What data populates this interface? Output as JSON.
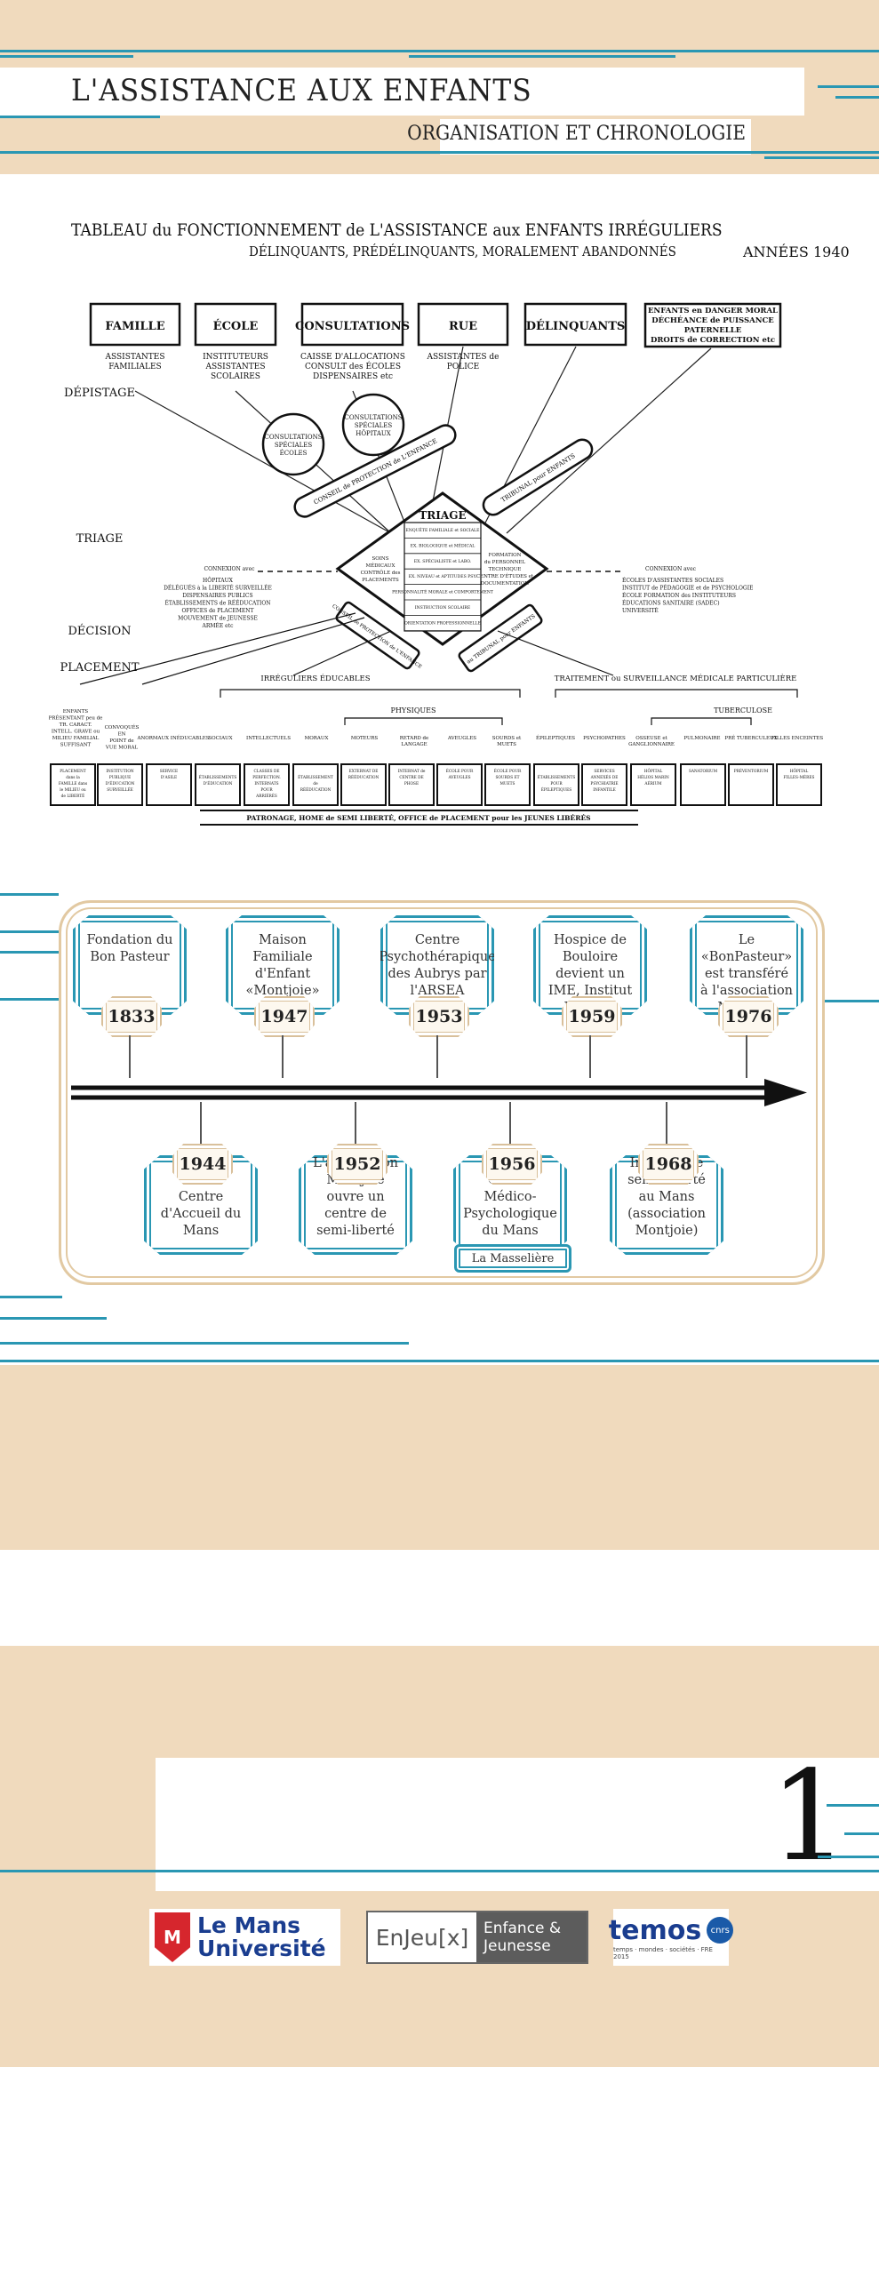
{
  "header": {
    "title": "L'ASSISTANCE AUX ENFANTS",
    "subtitle": "ORGANISATION ET CHRONOLOGIE"
  },
  "chart": {
    "title_line1": "TABLEAU du FONCTIONNEMENT de L'ASSISTANCE aux ENFANTS IRRÉGULIERS",
    "title_line2": "DÉLINQUANTS, PRÉDÉLINQUANTS, MORALEMENT ABANDONNÉS",
    "years": "ANNÉES 1940",
    "sources": [
      "FAMILLE",
      "ÉCOLE",
      "CONSULTATIONS",
      "RUE",
      "DÉLINQUANTS"
    ],
    "source_last": [
      "ENFANTS en DANGER MORAL",
      "DÉCHÉANCE de PUISSANCE",
      "PATERNELLE",
      "DROITS de CORRECTION etc"
    ],
    "source_agents": [
      [
        "ASSISTANTES",
        "FAMILIALES"
      ],
      [
        "INSTITUTEURS",
        "ASSISTANTES",
        "SCOLAIRES"
      ],
      [
        "CAISSE D'ALLOCATIONS",
        "CONSULT des ÉCOLES",
        "DISPENSAIRES etc"
      ],
      [
        "ASSISTANTES de",
        "POLICE"
      ]
    ],
    "stages": [
      "DÉPISTAGE",
      "TRIAGE",
      "DÉCISION",
      "PLACEMENT"
    ],
    "circle1": [
      "CONSULTATIONS",
      "SPÉCIALES",
      "ÉCOLES"
    ],
    "circle2": [
      "CONSULTATIONS",
      "SPÉCIALES",
      "HÔPITAUX"
    ],
    "pill_left": "CONSEIL de PROTECTION de L'ENFANCE",
    "pill_right": "TRIBUNAL pour ENFANTS",
    "triage_title": "TRIAGE",
    "triage_rows": [
      "ENQUÊTE FAMILIALE et SOCIALE",
      "EX. BIOLOGIQUE et MÉDICAL",
      "EX. SPÉCIALISTE et LABO.",
      "EX. NIVEAU et APTITUDES PSY.",
      "PERSONNALITÉ MORALE et COMPORTEMENT",
      "INSTRUCTION SCOLAIRE",
      "ORIENTATION PROFESSIONNELLE"
    ],
    "triage_left": [
      "SOINS",
      "MÉDICAUX",
      "CONTRÔLE des",
      "PLACEMENTS"
    ],
    "triage_right": [
      "FORMATION",
      "du PERSONNEL",
      "TECHNIQUE",
      "CENTRE D'ÉTUDES et",
      "DOCUMENTATION"
    ],
    "connexion_left_title": "CONNEXION avec",
    "connexion_left": [
      "HÔPITAUX",
      "DÉLÉGUÉS à la LIBERTÉ SURVEILLÉE",
      "DISPENSAIRES PUBLICS",
      "ÉTABLISSEMENTS de RÉÉDUCATION",
      "OFFICES de PLACEMENT",
      "MOUVEMENT de JEUNESSE",
      "ARMÉE etc"
    ],
    "connexion_right_title": "CONNEXION avec",
    "connexion_right": [
      "ÉCOLES D'ASSISTANTES SOCIALES",
      "INSTITUT de PÉDAGOGIE et de PSYCHOLOGIE",
      "ÉCOLE FORMATION des INSTITUTEURS",
      "ÉDUCATIONS SANITAIRE (SADEC)",
      "UNIVERSITÉ"
    ],
    "lower_left_pill": "CONSEIL de PROTECTION de L'ENFANCE",
    "lower_right_pill": "au TRIBUNAL pour ENFANTS",
    "group_left": "IRRÉGULIERS ÉDUCABLES",
    "group_right": "TRAITEMENT ou SURVEILLANCE MÉDICALE PARTICULIÈRE",
    "group_physiques": "PHYSIQUES",
    "group_tuberculose": "TUBERCULOSE",
    "early_left": [
      "ENFANTS",
      "PRÉSENTANT peu de",
      "TR. CARACT.",
      "INTELL. GRAVE ou",
      "MILIEU FAMILIAL",
      "SUFFISANT"
    ],
    "early_right": [
      "CONVOQUÉS",
      "EN",
      "POINT de",
      "VUE MORAL"
    ],
    "categories": [
      "ANORMAUX INÉDUCABLES",
      "SOCIAUX",
      "INTELLECTUELS",
      "MORAUX",
      "MOTEURS",
      "RETARD de LANGAGE",
      "AVEUGLES",
      "SOURDS et MUETS",
      "ÉPILEPTIQUES",
      "PSYCHOPATHES",
      "OSSEUSE et GANGLIONNAIRE",
      "PULMONAIRE",
      "PRÉ TUBERCULEUX",
      "FILLES ENCEINTES"
    ],
    "placements": [
      "PLACEMENT dans la FAMILLE dans le MILIEU ou de LIBERTÉ SURVEILLÉE",
      "INSTITUTION PUBLIQUE D'ÉDUCATION SURVEILLÉE",
      "SERVICE D'ASILE",
      "ÉTABLISSEMENTS D'ÉDUCATION",
      "CLASSES DE PERFECTION. INTERNATS POUR ARRIÉRÉS",
      "ÉTABLISSEMENT de RÉÉDUCATION",
      "EXTERNAT DE RÉÉDUCATION",
      "INTERNAT de CENTRE DE PHOSE",
      "ÉCOLE POUR AVEUGLES",
      "ÉCOLE POUR SOURDS ET MUETS",
      "ÉTABLISSEMENTS POUR ÉPILEPTIQUES",
      "SERVICES ANNEXÉS DE PSYCHIATRIE INFANTILE",
      "HÔPITAL HÉLIOS MARIN AÉRIUM",
      "SANATORIUM",
      "PRÉVENTORIUM",
      "HÔPITAL FILLES-MÈRES"
    ],
    "footer": "PATRONAGE, HOME de SEMI LIBERTÉ, OFFICE de PLACEMENT pour les JEUNES LIBÉRÉS"
  },
  "timeline": {
    "top": [
      {
        "year": "1833",
        "text": "Fondation du Bon Pasteur"
      },
      {
        "year": "1947",
        "text": "Maison Familiale d'Enfant «Montjoie»"
      },
      {
        "year": "1953",
        "text": "Centre Psychothérapique des Aubrys par l'ARSEA"
      },
      {
        "year": "1959",
        "text": "Hospice de Bouloire devient un IME, Institut Médico-Éducatif"
      },
      {
        "year": "1976",
        "text": "Le «BonPasteur» est transféré à l'association Montjoie"
      }
    ],
    "bottom": [
      {
        "year": "1944",
        "text": "Centre d'Accueil du Mans"
      },
      {
        "year": "1952",
        "text": "L'association Montjoie ouvre un centre de semi-liberté"
      },
      {
        "year": "1956",
        "text": "Centre Médico-Psychologique du Mans"
      },
      {
        "year": "1968",
        "text": "Internat de semi-liberté au Mans (association Montjoie)"
      }
    ],
    "extra_label": "La Masselière"
  },
  "page_number": "1",
  "logos": {
    "lemans_line1": "Le Mans",
    "lemans_line2": "Université",
    "enjeux_left": "EnJeu[x]",
    "enjeux_right_1": "Enfance &",
    "enjeux_right_2": "Jeunesse",
    "temos": "temos",
    "cnrs": "cnrs",
    "temos_sub": "temps · mondes · sociétés · FRE 2015"
  },
  "colors": {
    "beige": "#f0dabd",
    "teal": "#2a97b3",
    "gold": "#d9c09b",
    "lemans_red": "#d6262d",
    "lemans_blue": "#1a3d8f"
  }
}
